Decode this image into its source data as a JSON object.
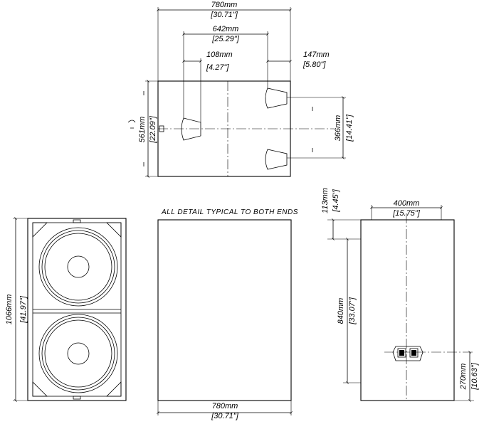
{
  "top_view": {
    "overall_width": {
      "mm": "780mm",
      "in": "[30.71\"]"
    },
    "handle_spacing": {
      "mm": "642mm",
      "in": "[25.29\"]"
    },
    "left_handle_offset": {
      "mm": "108mm",
      "in": "[4.27\"]"
    },
    "right_handle_offset": {
      "mm": "147mm",
      "in": "[5.80\"]"
    },
    "depth": {
      "mm": "561mm",
      "in": "[22.09\"]"
    },
    "handle_vertical_spacing": {
      "mm": "366mm",
      "in": "[14.41\"]"
    }
  },
  "front_view": {
    "height": {
      "mm": "1066mm",
      "in": "[41.97\"]"
    }
  },
  "rear_view": {
    "note": "ALL DETAIL TYPICAL TO BOTH ENDS",
    "width": {
      "mm": "780mm",
      "in": "[30.71\"]"
    }
  },
  "side_view": {
    "top_offset": {
      "mm": "113mm",
      "in": "[4.45\"]"
    },
    "top_width": {
      "mm": "400mm",
      "in": "[15.75\"]"
    },
    "handle_height": {
      "mm": "840mm",
      "in": "[33.07\"]"
    },
    "connector_height": {
      "mm": "270mm",
      "in": "[10.63\"]"
    }
  }
}
